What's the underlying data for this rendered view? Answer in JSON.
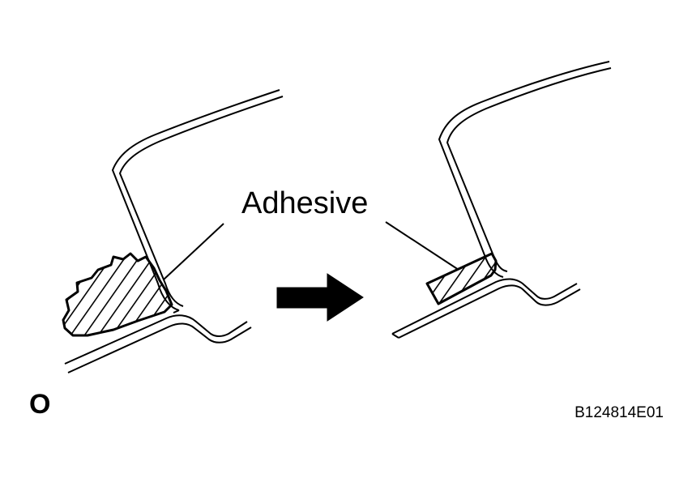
{
  "callout": {
    "label": "Adhesive"
  },
  "corner_mark": "O",
  "figure_id": "B124814E01",
  "colors": {
    "ink": "#000000",
    "paper": "#ffffff"
  },
  "icons": {
    "arrow": "right-arrow-icon"
  }
}
